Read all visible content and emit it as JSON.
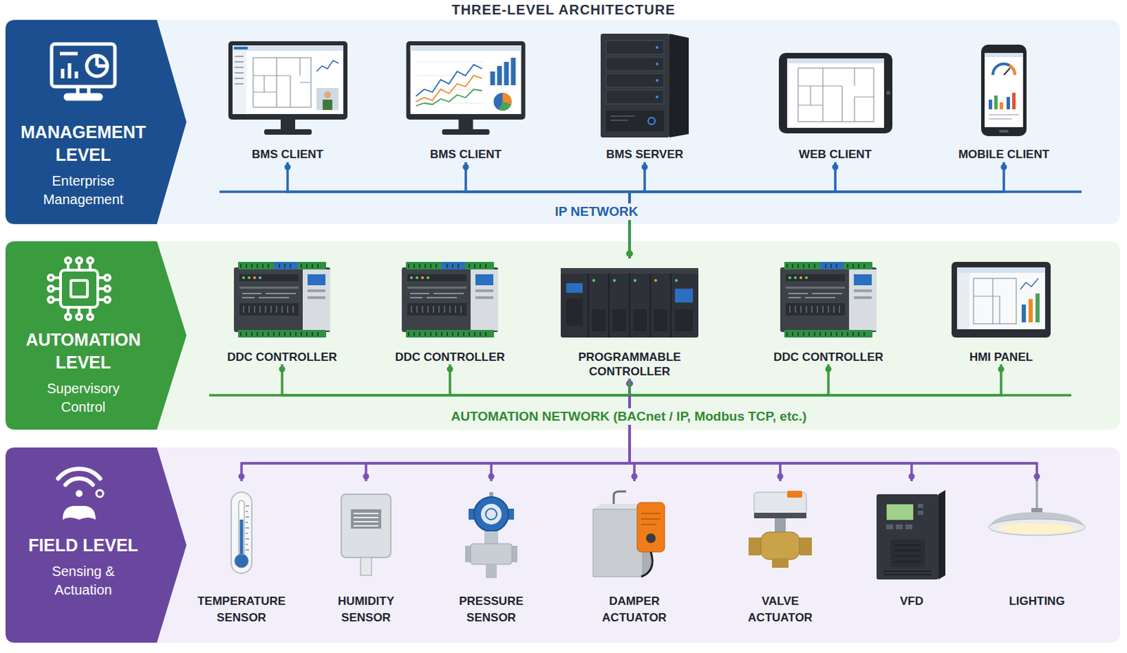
{
  "diagram": {
    "title": "THREE-LEVEL ARCHITECTURE",
    "nodes": [
      {
        "text": [
          "MANAGEMENT LEVEL",
          "Enterprise Management"
        ]
      },
      {
        "text": [
          "BMS CLIENT"
        ],
        "in": 0
      },
      {
        "text": [
          "BMS CLIENT"
        ],
        "in": 0
      },
      {
        "text": [
          "BMS SERVER"
        ],
        "in": 0
      },
      {
        "text": [
          "WEB CLIENT"
        ],
        "in": 0
      },
      {
        "text": [
          "MOBILE CLIENT"
        ],
        "in": 0
      },
      {
        "text": [
          "AUTOMATION LEVEL",
          "Supervisory Control"
        ]
      },
      {
        "text": [
          "DDC CONTROLLER"
        ],
        "in": 6
      },
      {
        "text": [
          "DDC CONTROLLER"
        ],
        "in": 6
      },
      {
        "text": [
          "PROGRAMMABLE CONTROLLER"
        ],
        "in": 6
      },
      {
        "text": [
          "DDC CONTROLLER"
        ],
        "in": 6
      },
      {
        "text": [
          "HMI PANEL"
        ],
        "in": 6
      },
      {
        "text": [
          "FIELD LEVEL",
          "Sensing & Actuation"
        ]
      },
      {
        "text": [
          "TEMPERATURE SENSOR"
        ],
        "in": 12
      },
      {
        "text": [
          "HUMIDITY SENSOR"
        ],
        "in": 12
      },
      {
        "text": [
          "PRESSURE SENSOR"
        ],
        "in": 12
      },
      {
        "text": [
          "DAMPER ACTUATOR"
        ],
        "in": 12
      },
      {
        "text": [
          "VALVE ACTUATOR"
        ],
        "in": 12
      },
      {
        "text": [
          "VFD"
        ],
        "in": 12
      },
      {
        "text": [
          "LIGHTING"
        ],
        "in": 12
      }
    ],
    "edges": [
      {
        "from": 1,
        "to": 9,
        "arrow": "none"
      },
      {
        "from": 2,
        "to": 9,
        "arrow": "none"
      },
      {
        "from": 3,
        "to": 9,
        "arrow": "none"
      },
      {
        "from": 4,
        "to": 9,
        "arrow": "none"
      },
      {
        "from": 5,
        "to": 9,
        "arrow": "none"
      },
      {
        "from": 7,
        "to": 9,
        "arrow": "none"
      },
      {
        "from": 8,
        "to": 9,
        "arrow": "none"
      },
      {
        "from": 10,
        "to": 9,
        "arrow": "none"
      },
      {
        "from": 11,
        "to": 9,
        "arrow": "none"
      },
      {
        "from": 9,
        "to": 13,
        "arrow": "none"
      },
      {
        "from": 9,
        "to": 14,
        "arrow": "none"
      },
      {
        "from": 9,
        "to": 15,
        "arrow": "none"
      },
      {
        "from": 9,
        "to": 16,
        "arrow": "none"
      },
      {
        "from": 9,
        "to": 17,
        "arrow": "none"
      },
      {
        "from": 9,
        "to": 18,
        "arrow": "none"
      },
      {
        "from": 9,
        "to": 19,
        "arrow": "none"
      }
    ],
    "labels": [
      "IP NETWORK",
      "AUTOMATION NETWORK (BACnet / IP, Modbus TCP, etc.)"
    ]
  }
}
